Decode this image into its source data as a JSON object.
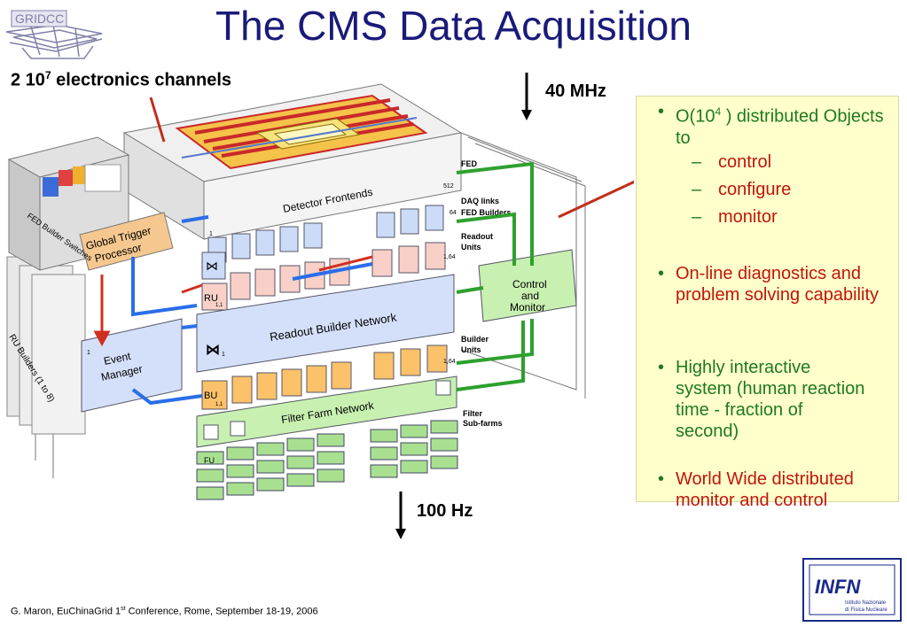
{
  "title": "The CMS Data Acquisition",
  "logo_text": "GRIDCC",
  "channels_label": {
    "prefix": "2 10",
    "exp": "7",
    "suffix": " electronics channels"
  },
  "rate_in": "40 MHz",
  "rate_out": "100 Hz",
  "diagram": {
    "detector_frontends": "Detector Frontends",
    "global_trigger_line1": "Global Trigger",
    "global_trigger_line2": "Processor",
    "readout_builder_network": "Readout Builder Network",
    "event_manager_line1": "Event",
    "event_manager_line2": "Manager",
    "filter_farm_network": "Filter Farm Network",
    "control_line1": "Control",
    "control_line2": "and",
    "control_line3": "Monitor",
    "fed": "FED",
    "daq_links": "DAQ links",
    "fed_builders": "FED Builders",
    "readout_units_1": "Readout",
    "readout_units_2": "Units",
    "builder_units_1": "Builder",
    "builder_units_2": "Units",
    "filter_subfarms_1": "Filter",
    "filter_subfarms_2": "Sub-farms",
    "fed_builder_switches": "FED Builder Switches",
    "ru_builders": "RU Builders (1 to 8)",
    "ru": "RU",
    "bu": "BU",
    "fu": "FU",
    "n512": "512",
    "n64": "64",
    "n164a": "1,64",
    "n164b": "1,64",
    "n11a": "1,1",
    "n11b": "1,1",
    "n1a": "1",
    "n1b": "1",
    "n1c": "1"
  },
  "bullets": [
    {
      "text": "O(10",
      "exp": "4",
      "rest": " ) distributed Objects to",
      "sub": [
        "control",
        "configure",
        "monitor"
      ]
    },
    {
      "text": "On-line diagnostics and problem solving capability"
    },
    {
      "text": "Highly interactive system (human reaction time - fraction of second)"
    },
    {
      "text": "World Wide distributed monitor and control"
    }
  ],
  "footer": {
    "prefix": "G. Maron, EuChinaGrid 1",
    "exp": "st",
    "suffix": " Conference, Rome, September 18-19, 2006"
  },
  "infn_logo": {
    "text": "INFN",
    "line1": "Istituto Nazionale",
    "line2": "di Fisica Nucleare"
  },
  "colors": {
    "title": "#1a1a7a",
    "bullet_green": "#1e7a1e",
    "bullet_red": "#c0150a",
    "panel": "#ffffcc"
  }
}
